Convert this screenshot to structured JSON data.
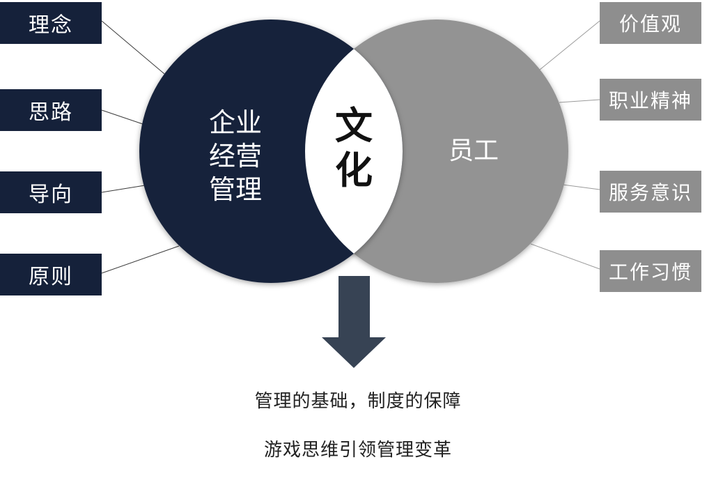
{
  "left_labels": [
    "理念",
    "思路",
    "导向",
    "原则"
  ],
  "right_labels": [
    "价值观",
    "职业精神",
    "服务意识",
    "工作习惯"
  ],
  "left_circle": {
    "line1": "企业",
    "line2": "经营",
    "line3": "管理"
  },
  "right_circle": {
    "text": "员工"
  },
  "center": {
    "line1": "文",
    "line2": "化"
  },
  "captions": [
    "管理的基础，制度的保障",
    "游戏思维引领管理变革"
  ],
  "colors": {
    "navy": "#15213a",
    "gray": "#939393",
    "arrow": "#374354"
  }
}
